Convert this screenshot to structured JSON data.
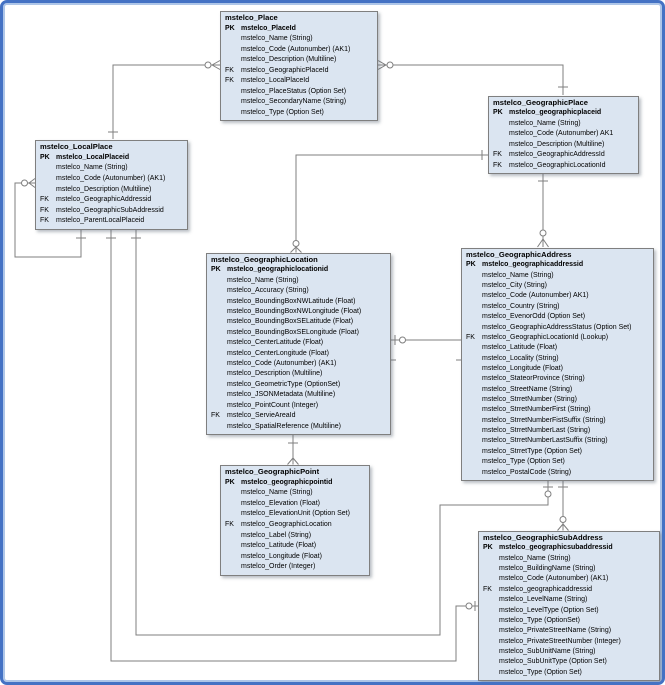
{
  "diagram": {
    "kind": "entity-relationship-diagram",
    "colors": {
      "frame": "#4472c4",
      "frame_inner": "#aec6e8",
      "entity_fill": "#dbe5f1",
      "entity_border": "#7f7f7f",
      "connector": "#7f7f7f",
      "text": "#000000"
    },
    "entities": [
      {
        "id": "place",
        "title": "mstelco_Place",
        "rows": [
          {
            "pfx": "PK",
            "name": "mstelco_PlaceId",
            "bold": true
          },
          {
            "pfx": "",
            "name": "mstelco_Name (String)"
          },
          {
            "pfx": "",
            "name": "mstelco_Code (Autonumber) (AK1)"
          },
          {
            "pfx": "",
            "name": "mstelco_Description (Multiline)"
          },
          {
            "pfx": "FK",
            "name": "mstelco_GeographicPlaceId"
          },
          {
            "pfx": "FK",
            "name": "mstelco_LocalPlaceId"
          },
          {
            "pfx": "",
            "name": "mstelco_PlaceStatus (Option Set)"
          },
          {
            "pfx": "",
            "name": "mstelco_SecondaryName (String)"
          },
          {
            "pfx": "",
            "name": "mstelco_Type (Option Set)"
          }
        ]
      },
      {
        "id": "geographicPlace",
        "title": "mstelco_GeographicPlace",
        "rows": [
          {
            "pfx": "PK",
            "name": "mstelco_geographicplaceid",
            "bold": true
          },
          {
            "pfx": "",
            "name": "mstelco_Name (String)"
          },
          {
            "pfx": "",
            "name": "mstelco_Code (Autonumber) AK1"
          },
          {
            "pfx": "",
            "name": "mstelco_Description (Multiline)"
          },
          {
            "pfx": "FK",
            "name": "mstelco_GeographicAddressId"
          },
          {
            "pfx": "FK",
            "name": "mstelco_GeographicLocationId"
          }
        ]
      },
      {
        "id": "localPlace",
        "title": "mstelco_LocalPlace",
        "rows": [
          {
            "pfx": "PK",
            "name": "mstelco_LocalPlaceid",
            "bold": true
          },
          {
            "pfx": "",
            "name": "mstelco_Name (String)"
          },
          {
            "pfx": "",
            "name": "mstelco_Code (Autonumber) (AK1)"
          },
          {
            "pfx": "",
            "name": "mstelco_Description (Multiline)"
          },
          {
            "pfx": "FK",
            "name": "mstelco_GeographicAddressid"
          },
          {
            "pfx": "FK",
            "name": "mstelco_GeographicSubAddressid"
          },
          {
            "pfx": "FK",
            "name": "mstelco_ParentLocalPlaceid"
          }
        ]
      },
      {
        "id": "geographicLocation",
        "title": "mstelco_GeographicLocation",
        "rows": [
          {
            "pfx": "PK",
            "name": "mstelco_geographiclocationid",
            "bold": true
          },
          {
            "pfx": "",
            "name": "mstelco_Name (String)"
          },
          {
            "pfx": "",
            "name": "mstelco_Accuracy (String)"
          },
          {
            "pfx": "",
            "name": "mstelco_BoundingBoxNWLatitude (Float)"
          },
          {
            "pfx": "",
            "name": "mstelco_BoundingBoxNWLongitude (Float)"
          },
          {
            "pfx": "",
            "name": "mstelco_BoundingBoxSELatitude (Float)"
          },
          {
            "pfx": "",
            "name": "mstelco_BoundingBoxSELongitude (Float)"
          },
          {
            "pfx": "",
            "name": "mstelco_CenterLatitude (Float)"
          },
          {
            "pfx": "",
            "name": "mstelco_CenterLongitude (Float)"
          },
          {
            "pfx": "",
            "name": "mstelco_Code (Autonumber) (AK1)"
          },
          {
            "pfx": "",
            "name": "mstelco_Description (Multiline)"
          },
          {
            "pfx": "",
            "name": "mstelco_GeometricType (OptionSet)"
          },
          {
            "pfx": "",
            "name": "mstelco_JSONMetadata (Multiline)"
          },
          {
            "pfx": "",
            "name": "mstelco_PointCount (Integer)"
          },
          {
            "pfx": "FK",
            "name": "mstelco_ServieAreaId"
          },
          {
            "pfx": "",
            "name": "mstelco_SpatialReference (Multiline)"
          }
        ]
      },
      {
        "id": "geographicAddress",
        "title": "mstelco_GeographicAddress",
        "rows": [
          {
            "pfx": "PK",
            "name": "mstelco_geographicaddressid",
            "bold": true
          },
          {
            "pfx": "",
            "name": "mstelco_Name (String)"
          },
          {
            "pfx": "",
            "name": "mstelco_City (String)"
          },
          {
            "pfx": "",
            "name": "mstelco_Code (Autonumber) AK1)"
          },
          {
            "pfx": "",
            "name": "mstelco_Country (String)"
          },
          {
            "pfx": "",
            "name": "mstelco_EvenorOdd (Option Set)"
          },
          {
            "pfx": "",
            "name": "mstelco_GeographicAddressStatus (Option Set)"
          },
          {
            "pfx": "FK",
            "name": "mstelco_GeographicLocationId (Lookup)"
          },
          {
            "pfx": "",
            "name": "mstelco_Latitude (Float)"
          },
          {
            "pfx": "",
            "name": "mstelco_Locality (String)"
          },
          {
            "pfx": "",
            "name": "mstelco_Longitude (Float)"
          },
          {
            "pfx": "",
            "name": "mstelco_StateorProvince (String)"
          },
          {
            "pfx": "",
            "name": "mstelco_StreetName (String)"
          },
          {
            "pfx": "",
            "name": "mstelco_StrretNumber (String)"
          },
          {
            "pfx": "",
            "name": "mstelco_StrretNumberFirst (String)"
          },
          {
            "pfx": "",
            "name": "mstelco_StrretNumberFistSuffix (String)"
          },
          {
            "pfx": "",
            "name": "mstelco_StrretNumberLast (String)"
          },
          {
            "pfx": "",
            "name": "mstelco_StrretNumberLastSuffix (String)"
          },
          {
            "pfx": "",
            "name": "mstelco_StrretType (Option Set)"
          },
          {
            "pfx": "",
            "name": "mstelco_Type (Option Set)"
          },
          {
            "pfx": "",
            "name": "mstelco_PostalCode (String)"
          }
        ]
      },
      {
        "id": "geographicPoint",
        "title": "mstelco_GeographicPoint",
        "rows": [
          {
            "pfx": "PK",
            "name": "mstelco_geographicpointid",
            "bold": true
          },
          {
            "pfx": "",
            "name": "mstelco_Name (String)"
          },
          {
            "pfx": "",
            "name": "mstelco_Elevation (Float)"
          },
          {
            "pfx": "",
            "name": "mstelco_ElevationUnit (Option Set)"
          },
          {
            "pfx": "FK",
            "name": "mstelco_GeographicLocation"
          },
          {
            "pfx": "",
            "name": "mstelco_Label (String)"
          },
          {
            "pfx": "",
            "name": "mstelco_Latitude (Float)"
          },
          {
            "pfx": "",
            "name": "mstelco_Longitude (Float)"
          },
          {
            "pfx": "",
            "name": "mstelco_Order (Integer)"
          }
        ]
      },
      {
        "id": "geographicSubAddress",
        "title": "mstelco_GeographicSubAddress",
        "rows": [
          {
            "pfx": "PK",
            "name": "mstelco_geographicsubaddressid",
            "bold": true
          },
          {
            "pfx": "",
            "name": "mstelco_Name (String)"
          },
          {
            "pfx": "",
            "name": "mstelco_BuildingName (String)"
          },
          {
            "pfx": "",
            "name": "mstelco_Code (Autonumber) (AK1)"
          },
          {
            "pfx": "FK",
            "name": "mstelco_geographicaddressid"
          },
          {
            "pfx": "",
            "name": "mstelco_LevelName (String)"
          },
          {
            "pfx": "",
            "name": "mstelco_LevelType (Option Set)"
          },
          {
            "pfx": "",
            "name": "mstelco_Type (OptionSet)"
          },
          {
            "pfx": "",
            "name": "mstelco_PrivateStreetName (String)"
          },
          {
            "pfx": "",
            "name": "mstelco_PrivateStreetNumber (Integer)"
          },
          {
            "pfx": "",
            "name": "mstelco_SubUnitName (String)"
          },
          {
            "pfx": "",
            "name": "mstelco_SubUnitType (Option Set)"
          },
          {
            "pfx": "",
            "name": "mstelco_Type (Option Set)"
          }
        ]
      }
    ],
    "relationships": [
      {
        "from": "mstelco_Place",
        "to": "mstelco_LocalPlace",
        "from_end": "zero-or-many (circle + crow's foot)",
        "to_end": "one (dash)"
      },
      {
        "from": "mstelco_Place",
        "to": "mstelco_GeographicPlace",
        "from_end": "zero-or-many (circle + crow's foot)",
        "to_end": "one (dash)"
      },
      {
        "from": "mstelco_GeographicPlace",
        "to": "mstelco_GeographicLocation",
        "from_end": "one (dash)",
        "to_end": "zero-or-many (circle + crow's foot)"
      },
      {
        "from": "mstelco_GeographicPlace",
        "to": "mstelco_GeographicAddress",
        "from_end": "one (dash)",
        "to_end": "zero-or-many (circle + crow's foot)"
      },
      {
        "from": "mstelco_GeographicLocation",
        "to": "mstelco_GeographicAddress",
        "from_end": "zero-or-one (dash + circle)",
        "to_end": "tick"
      },
      {
        "from": "mstelco_GeographicLocation",
        "to": "mstelco_GeographicPoint",
        "from_end": "one (dash)",
        "to_end": "many (crow's foot)"
      },
      {
        "from": "mstelco_LocalPlace",
        "to": "mstelco_GeographicAddress",
        "from_end": "one (dash)",
        "to_end": "zero-or-one (dash + circle)"
      },
      {
        "from": "mstelco_LocalPlace",
        "to": "mstelco_GeographicSubAddress",
        "from_end": "one (dash)",
        "to_end": "zero-or-one (circle + dash)"
      },
      {
        "from": "mstelco_LocalPlace",
        "to": "mstelco_LocalPlace",
        "from_end": "zero-or-many (circle + crow's foot)",
        "to_end": "one (dash)"
      },
      {
        "from": "mstelco_GeographicAddress",
        "to": "mstelco_GeographicSubAddress",
        "from_end": "one (dash)",
        "to_end": "zero-or-many (circle + crow's foot)"
      }
    ]
  }
}
